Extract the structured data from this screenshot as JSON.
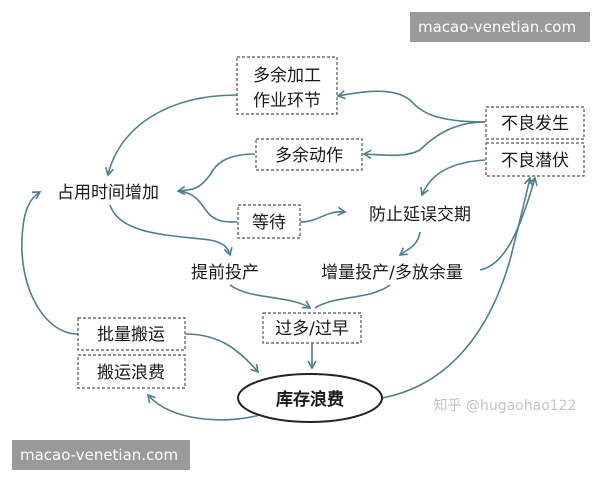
{
  "watermarks": {
    "top": "macao-venetian.com",
    "bottom": "macao-venetian.com",
    "source": "知乎 @hugaohao122"
  },
  "nodes": {
    "extra_processing_1": "多余加工",
    "extra_processing_2": "作业环节",
    "defect_occurs": "不良发生",
    "defect_latent": "不良潜伏",
    "extra_motion": "多余动作",
    "time_increase": "占用时间增加",
    "waiting": "等待",
    "prevent_delay": "防止延误交期",
    "early_production": "提前投产",
    "increase_production": "增量投产/多放余量",
    "too_much_too_early": "过多/过早",
    "batch_transport": "批量搬运",
    "transport_waste": "搬运浪费",
    "inventory_waste": "库存浪费"
  },
  "colors": {
    "arrow": "#4e7f8c",
    "watermark_bg": "#9a9a9a"
  }
}
